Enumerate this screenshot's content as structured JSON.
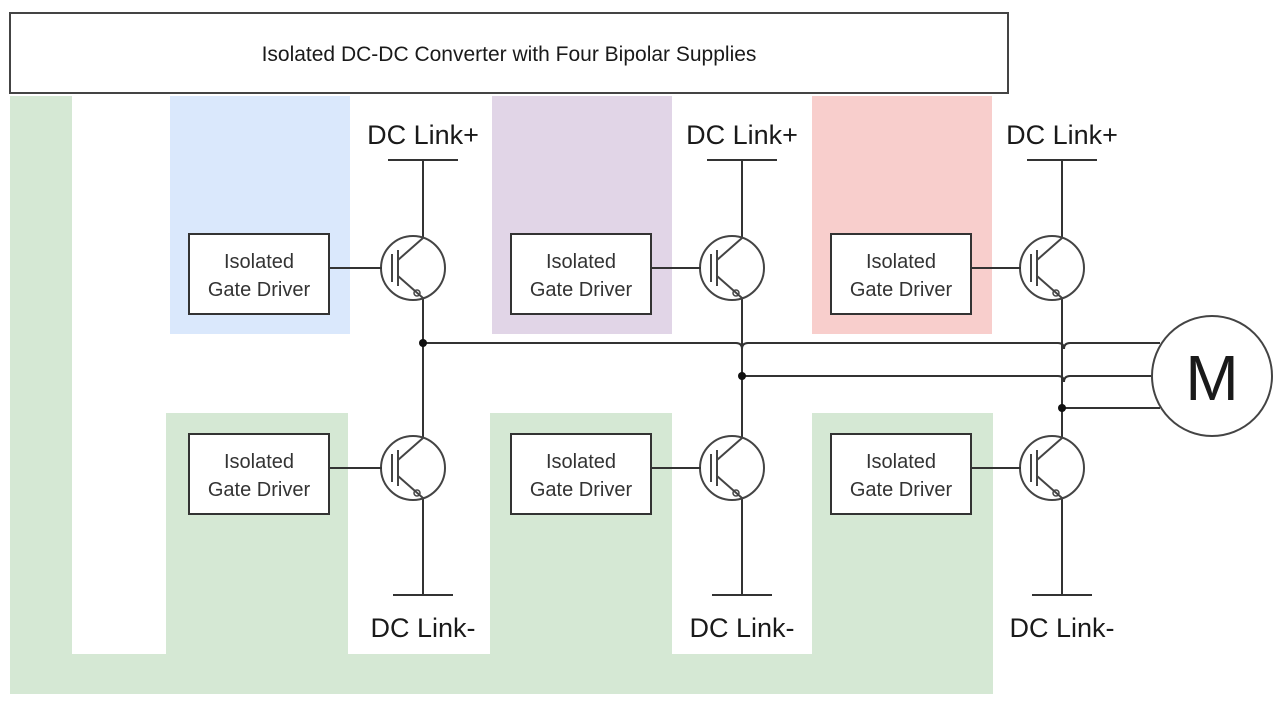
{
  "title": "Isolated DC-DC Converter with Four Bipolar Supplies",
  "colors": {
    "supply_green": "#d5e8d4",
    "supply_blue": "#dae8fc",
    "supply_purple": "#e1d5e7",
    "supply_red": "#f8cecc",
    "line": "#333333"
  },
  "phases": [
    {
      "name": "phase-1",
      "high_side": {
        "driver_line1": "Isolated",
        "driver_line2": "Gate Driver",
        "rail_label": "DC Link+",
        "supply": "blue"
      },
      "low_side": {
        "driver_line1": "Isolated",
        "driver_line2": "Gate Driver",
        "rail_label": "DC Link-",
        "supply": "green"
      }
    },
    {
      "name": "phase-2",
      "high_side": {
        "driver_line1": "Isolated",
        "driver_line2": "Gate Driver",
        "rail_label": "DC Link+",
        "supply": "purple"
      },
      "low_side": {
        "driver_line1": "Isolated",
        "driver_line2": "Gate Driver",
        "rail_label": "DC Link-",
        "supply": "green"
      }
    },
    {
      "name": "phase-3",
      "high_side": {
        "driver_line1": "Isolated",
        "driver_line2": "Gate Driver",
        "rail_label": "DC Link+",
        "supply": "red"
      },
      "low_side": {
        "driver_line1": "Isolated",
        "driver_line2": "Gate Driver",
        "rail_label": "DC Link-",
        "supply": "green"
      }
    }
  ],
  "motor": {
    "label": "M"
  }
}
